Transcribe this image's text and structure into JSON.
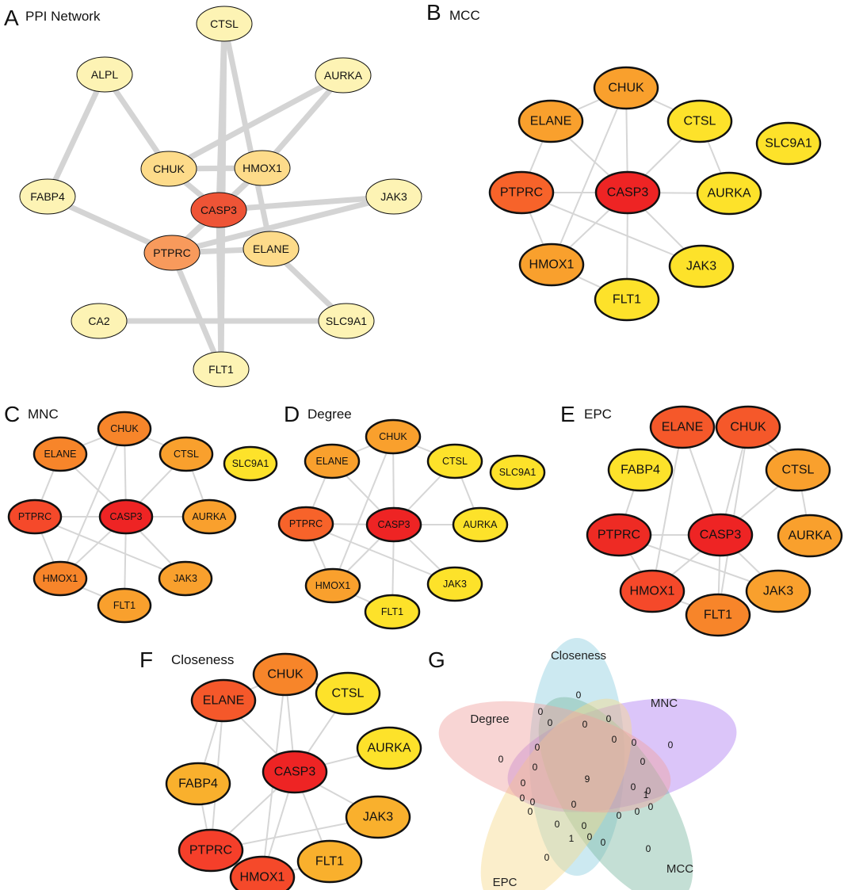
{
  "panels": [
    {
      "letter": "A",
      "title": "PPI Network",
      "nodes": [
        {
          "label": "CTSL",
          "color": "#fdf3b4"
        },
        {
          "label": "ALPL",
          "color": "#fdf3b4"
        },
        {
          "label": "AURKA",
          "color": "#fdf3b4"
        },
        {
          "label": "CHUK",
          "color": "#fddb8a"
        },
        {
          "label": "HMOX1",
          "color": "#fddb8a"
        },
        {
          "label": "FABP4",
          "color": "#fdf3b4"
        },
        {
          "label": "JAK3",
          "color": "#fdf3b4"
        },
        {
          "label": "CASP3",
          "color": "#ee5436"
        },
        {
          "label": "PTPRC",
          "color": "#f89a5c"
        },
        {
          "label": "ELANE",
          "color": "#fddb8a"
        },
        {
          "label": "CA2",
          "color": "#fdf3b4"
        },
        {
          "label": "SLC9A1",
          "color": "#fdf3b4"
        },
        {
          "label": "FLT1",
          "color": "#fdf3b4"
        }
      ]
    },
    {
      "letter": "B",
      "title": "MCC",
      "nodes": [
        {
          "label": "CHUK",
          "color": "#f9a02d"
        },
        {
          "label": "ELANE",
          "color": "#f9a02d"
        },
        {
          "label": "CTSL",
          "color": "#fde22a"
        },
        {
          "label": "SLC9A1",
          "color": "#fde22a"
        },
        {
          "label": "PTPRC",
          "color": "#f7632a"
        },
        {
          "label": "CASP3",
          "color": "#ee2424"
        },
        {
          "label": "AURKA",
          "color": "#fde22a"
        },
        {
          "label": "HMOX1",
          "color": "#f9a02d"
        },
        {
          "label": "JAK3",
          "color": "#fde22a"
        },
        {
          "label": "FLT1",
          "color": "#fde22a"
        }
      ]
    },
    {
      "letter": "C",
      "title": "MNC",
      "nodes": [
        {
          "label": "CHUK",
          "color": "#f7852a"
        },
        {
          "label": "ELANE",
          "color": "#f7852a"
        },
        {
          "label": "CTSL",
          "color": "#f9a02d"
        },
        {
          "label": "SLC9A1",
          "color": "#fde22a"
        },
        {
          "label": "PTPRC",
          "color": "#f5492a"
        },
        {
          "label": "CASP3",
          "color": "#ee2424"
        },
        {
          "label": "AURKA",
          "color": "#f9a02d"
        },
        {
          "label": "HMOX1",
          "color": "#f7852a"
        },
        {
          "label": "JAK3",
          "color": "#f9a02d"
        },
        {
          "label": "FLT1",
          "color": "#f9a02d"
        }
      ]
    },
    {
      "letter": "D",
      "title": "Degree",
      "nodes": [
        {
          "label": "CHUK",
          "color": "#f9a02d"
        },
        {
          "label": "ELANE",
          "color": "#f9a02d"
        },
        {
          "label": "CTSL",
          "color": "#fde22a"
        },
        {
          "label": "SLC9A1",
          "color": "#fde22a"
        },
        {
          "label": "PTPRC",
          "color": "#f7632a"
        },
        {
          "label": "CASP3",
          "color": "#ee2424"
        },
        {
          "label": "AURKA",
          "color": "#fde22a"
        },
        {
          "label": "HMOX1",
          "color": "#f9a02d"
        },
        {
          "label": "JAK3",
          "color": "#fde22a"
        },
        {
          "label": "FLT1",
          "color": "#fde22a"
        }
      ]
    },
    {
      "letter": "E",
      "title": "EPC",
      "nodes": [
        {
          "label": "ELANE",
          "color": "#f5582a"
        },
        {
          "label": "CHUK",
          "color": "#f5582a"
        },
        {
          "label": "FABP4",
          "color": "#fde22a"
        },
        {
          "label": "CTSL",
          "color": "#f9a02d"
        },
        {
          "label": "PTPRC",
          "color": "#ee2b24"
        },
        {
          "label": "CASP3",
          "color": "#ee2424"
        },
        {
          "label": "AURKA",
          "color": "#f9a02d"
        },
        {
          "label": "HMOX1",
          "color": "#f5492a"
        },
        {
          "label": "JAK3",
          "color": "#f9a02d"
        },
        {
          "label": "FLT1",
          "color": "#f7852a"
        }
      ]
    },
    {
      "letter": "F",
      "title": "Closeness",
      "nodes": [
        {
          "label": "CHUK",
          "color": "#f7852a"
        },
        {
          "label": "ELANE",
          "color": "#f5582a"
        },
        {
          "label": "CTSL",
          "color": "#fde22a"
        },
        {
          "label": "AURKA",
          "color": "#fde22a"
        },
        {
          "label": "FABP4",
          "color": "#f9b02d"
        },
        {
          "label": "CASP3",
          "color": "#ee2424"
        },
        {
          "label": "JAK3",
          "color": "#f9b02d"
        },
        {
          "label": "PTPRC",
          "color": "#f53f2a"
        },
        {
          "label": "HMOX1",
          "color": "#f5492a"
        },
        {
          "label": "FLT1",
          "color": "#f9b02d"
        }
      ]
    }
  ],
  "venn": {
    "letter": "G",
    "sets": [
      {
        "name": "Closeness",
        "color": "#8ecfe0"
      },
      {
        "name": "MNC",
        "color": "#b07ef2"
      },
      {
        "name": "MCC",
        "color": "#7cb8a2"
      },
      {
        "name": "EPC",
        "color": "#f6d98c"
      },
      {
        "name": "Degree",
        "color": "#f0a2a0"
      }
    ],
    "counts": [
      "0",
      "0",
      "0",
      "0",
      "0",
      "0",
      "0",
      "0",
      "0",
      "0",
      "0",
      "0",
      "0",
      "0",
      "0",
      "0",
      "0",
      "0",
      "0",
      "0",
      "0",
      "1",
      "0",
      "1",
      "0",
      "0",
      "0",
      "0",
      "0",
      "0",
      "9"
    ]
  }
}
